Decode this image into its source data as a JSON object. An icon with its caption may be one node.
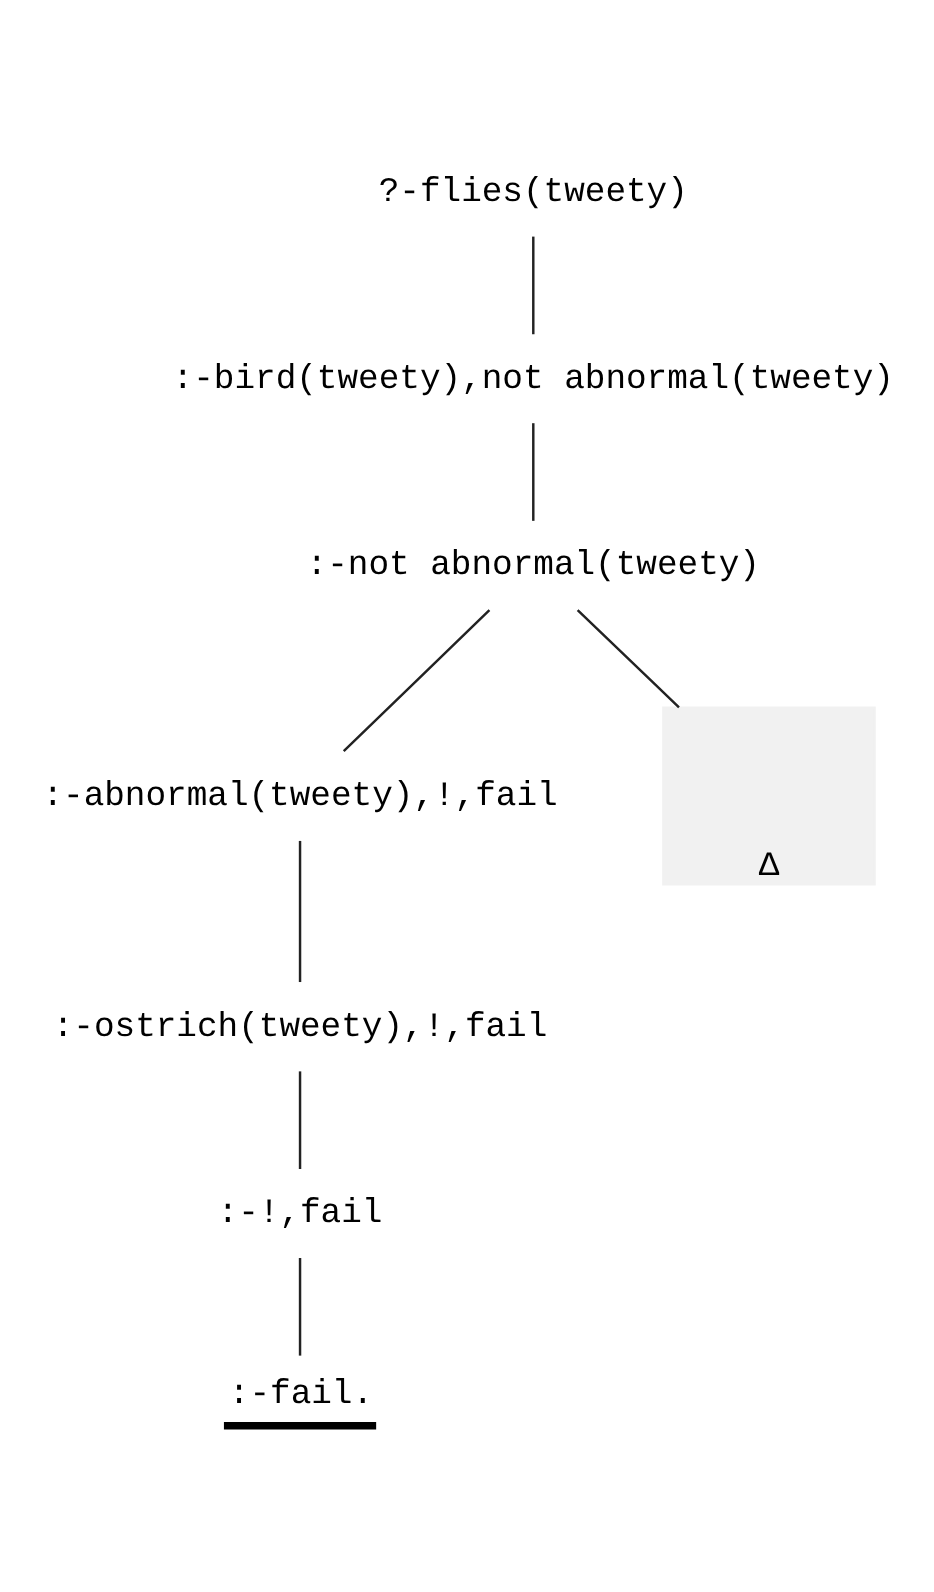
{
  "diagram": {
    "nodes": [
      {
        "text": [
          "?-flies(tweety)"
        ]
      },
      {
        "text": [
          ":-bird(tweety),not abnormal(tweety)"
        ]
      },
      {
        "text": [
          ":-not abnormal(tweety)"
        ]
      },
      {
        "text": [
          ":-abnormal(tweety),!,fail"
        ]
      },
      {
        "text": [
          "Δ"
        ]
      },
      {
        "text": [
          ":-ostrich(tweety),!,fail"
        ]
      },
      {
        "text": [
          ":-!,fail"
        ]
      },
      {
        "text": [
          ":-fail."
        ]
      }
    ],
    "edges": [
      {
        "from": 0,
        "to": 1,
        "arrow": "none"
      },
      {
        "from": 1,
        "to": 2,
        "arrow": "none"
      },
      {
        "from": 2,
        "to": 3,
        "arrow": "none"
      },
      {
        "from": 2,
        "to": 4,
        "arrow": "none"
      },
      {
        "from": 3,
        "to": 5,
        "arrow": "none"
      },
      {
        "from": 5,
        "to": 6,
        "arrow": "none"
      },
      {
        "from": 6,
        "to": 7,
        "arrow": "none"
      }
    ]
  }
}
